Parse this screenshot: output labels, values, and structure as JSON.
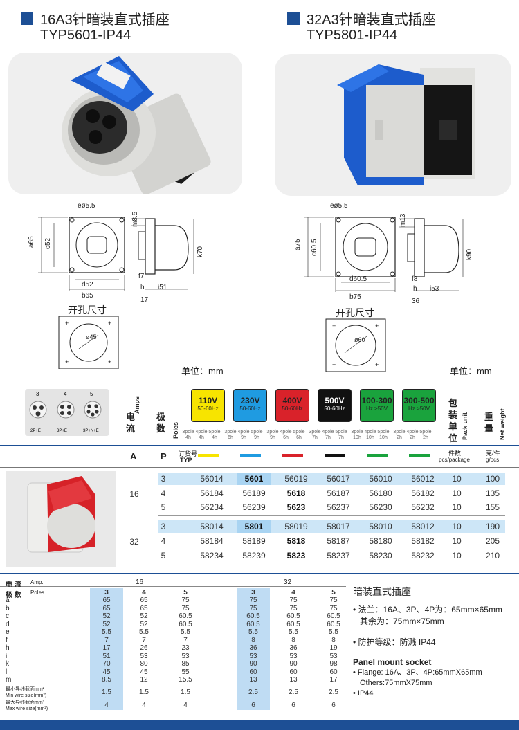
{
  "products": [
    {
      "title": "16A3针暗装直式插座",
      "model": "TYP5601-IP44"
    },
    {
      "title": "32A3针暗装直式插座",
      "model": "TYP5801-IP44"
    }
  ],
  "drawings": {
    "left": {
      "e": "eø5.5",
      "m": "m8.5",
      "a": "a65",
      "c": "c52",
      "k": "k70",
      "d": "d52",
      "b": "b65",
      "f": "f7",
      "h": "h",
      "hv": "17",
      "i": "i51",
      "hole": "ø45"
    },
    "right": {
      "e": "eø5.5",
      "m": "m13",
      "a": "a75",
      "c": "c60.5",
      "k": "k90",
      "d": "d60.5",
      "b": "b75",
      "f": "f8",
      "h": "h",
      "hv": "36",
      "i": "i53",
      "hole": "ø60"
    },
    "cutout_label": "开孔尺寸",
    "unit_label": "单位：mm"
  },
  "pin_panel": {
    "counts": [
      "3",
      "4",
      "5"
    ],
    "labels": [
      "2P+E",
      "3P+E",
      "3P+N+E"
    ]
  },
  "axis_labels": {
    "amps_cn": "电流",
    "amps_en": "Amps",
    "poles_cn": "极数",
    "poles_en": "Poles",
    "pack_cn": "包装单位",
    "pack_en": "Pack unit",
    "weight_cn": "重量",
    "weight_en": "Net weight"
  },
  "voltages": [
    {
      "v": "110V",
      "f": "50-60Hz",
      "color": "#f7e400",
      "text": "#222222",
      "poles": [
        "3pole 4h",
        "4pole 4h",
        "5pole 4h"
      ]
    },
    {
      "v": "230V",
      "f": "50-60Hz",
      "color": "#1f9be1",
      "text": "#222222",
      "poles": [
        "3pole 6h",
        "4pole 9h",
        "5pole 9h"
      ]
    },
    {
      "v": "400V",
      "f": "50-60Hz",
      "color": "#d9222a",
      "text": "#222222",
      "poles": [
        "3pole 9h",
        "4pole 6h",
        "5pole 6h"
      ]
    },
    {
      "v": "500V",
      "f": "50-60Hz",
      "color": "#111111",
      "text": "#ffffff",
      "poles": [
        "3pole 7h",
        "4pole 7h",
        "5pole 7h"
      ]
    },
    {
      "v": "100-300",
      "f": "Hz >50V",
      "color": "#1aa33d",
      "text": "#222222",
      "poles": [
        "3pole 10h",
        "4pole 10h",
        "5pole 10h"
      ]
    },
    {
      "v": "300-500",
      "f": "Hz >50V",
      "color": "#1aa33d",
      "text": "#222222",
      "poles": [
        "3pole 2h",
        "4pole 2h",
        "5pole 2h"
      ]
    }
  ],
  "order_header": {
    "a": "A",
    "p": "P",
    "order_no": "订货号",
    "typ": "TYP",
    "pcs_cn": "件数",
    "pcs_en": "pcs/package",
    "w_cn": "克/件",
    "w_en": "g/pcs",
    "bar_colors": [
      "#f7e400",
      "#1f9be1",
      "#d9222a",
      "#111111",
      "#1aa33d",
      "#1aa33d"
    ]
  },
  "order_rows": [
    {
      "amp": "16",
      "pole": "3",
      "codes": [
        "56014",
        "5601",
        "56019",
        "56017",
        "56010",
        "56012"
      ],
      "pack": "10",
      "weight": "100",
      "hl": true,
      "bold": 1
    },
    {
      "amp": "",
      "pole": "4",
      "codes": [
        "56184",
        "56189",
        "5618",
        "56187",
        "56180",
        "56182"
      ],
      "pack": "10",
      "weight": "135",
      "hl": false,
      "bold": 2
    },
    {
      "amp": "",
      "pole": "5",
      "codes": [
        "56234",
        "56239",
        "5623",
        "56237",
        "56230",
        "56232"
      ],
      "pack": "10",
      "weight": "155",
      "hl": false,
      "bold": 2
    },
    {
      "amp": "32",
      "pole": "3",
      "codes": [
        "58014",
        "5801",
        "58019",
        "58017",
        "58010",
        "58012"
      ],
      "pack": "10",
      "weight": "190",
      "hl": true,
      "bold": 1
    },
    {
      "amp": "",
      "pole": "4",
      "codes": [
        "58184",
        "58189",
        "5818",
        "58187",
        "58180",
        "58182"
      ],
      "pack": "10",
      "weight": "205",
      "hl": false,
      "bold": 2
    },
    {
      "amp": "",
      "pole": "5",
      "codes": [
        "58234",
        "58239",
        "5823",
        "58237",
        "58230",
        "58232"
      ],
      "pack": "10",
      "weight": "210",
      "hl": false,
      "bold": 2
    }
  ],
  "dim_table": {
    "current_label": "电 流",
    "current_en": "Amp.",
    "poles_label": "极 数",
    "poles_en": "Poles",
    "groups": [
      "16",
      "32"
    ],
    "poles": [
      "3",
      "4",
      "5",
      "3",
      "4",
      "5"
    ],
    "rows": [
      {
        "k": "a",
        "v": [
          "65",
          "65",
          "75",
          "75",
          "75",
          "75"
        ]
      },
      {
        "k": "b",
        "v": [
          "65",
          "65",
          "75",
          "75",
          "75",
          "75"
        ]
      },
      {
        "k": "c",
        "v": [
          "52",
          "52",
          "60.5",
          "60.5",
          "60.5",
          "60.5"
        ]
      },
      {
        "k": "d",
        "v": [
          "52",
          "52",
          "60.5",
          "60.5",
          "60.5",
          "60.5"
        ]
      },
      {
        "k": "e",
        "v": [
          "5.5",
          "5.5",
          "5.5",
          "5.5",
          "5.5",
          "5.5"
        ]
      },
      {
        "k": "f",
        "v": [
          "7",
          "7",
          "7",
          "8",
          "8",
          "8"
        ]
      },
      {
        "k": "h",
        "v": [
          "17",
          "26",
          "23",
          "36",
          "36",
          "19"
        ]
      },
      {
        "k": "i",
        "v": [
          "51",
          "53",
          "53",
          "53",
          "53",
          "53"
        ]
      },
      {
        "k": "k",
        "v": [
          "70",
          "80",
          "85",
          "90",
          "90",
          "98"
        ]
      },
      {
        "k": "l",
        "v": [
          "45",
          "45",
          "55",
          "60",
          "60",
          "60"
        ]
      },
      {
        "k": "m",
        "v": [
          "8.5",
          "12",
          "15.5",
          "13",
          "13",
          "17"
        ]
      }
    ],
    "min_wire_cn": "最小导线截面mm²",
    "min_wire_en": "Min wire size(mm²)",
    "min_wire": [
      "1.5",
      "1.5",
      "1.5",
      "2.5",
      "2.5",
      "2.5"
    ],
    "max_wire_cn": "最大导线截面mm²",
    "max_wire_en": "Max wire size(mm²)",
    "max_wire": [
      "4",
      "4",
      "4",
      "6",
      "6",
      "6"
    ]
  },
  "spec": {
    "title_cn": "暗装直式插座",
    "flange_cn": "• 法兰：16A、3P、4P为：65mm×65mm",
    "flange_cn2": "其余为：75mm×75mm",
    "ip_cn": "• 防护等级：防溅    IP44",
    "title_en": "Panel mount socket",
    "flange_en": "• Flange: 16A、3P、4P:65mmX65mm",
    "flange_en2": "Others:75mmX75mm",
    "ip_en": "• IP44"
  }
}
